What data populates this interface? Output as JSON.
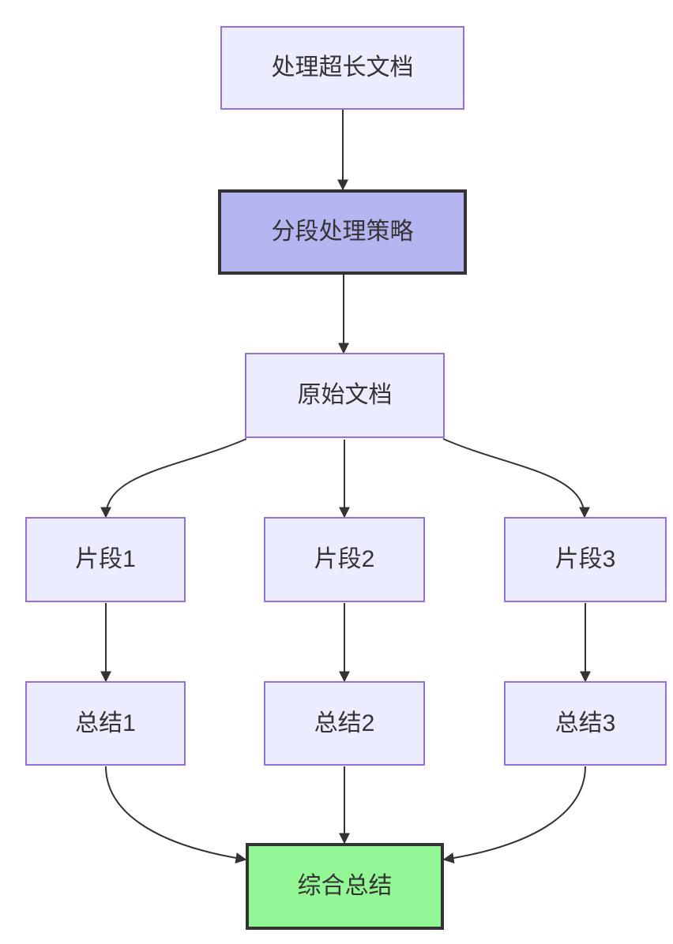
{
  "diagram": {
    "type": "flowchart",
    "direction": "top-down",
    "nodes": [
      {
        "id": "A",
        "label": "处理超长文档",
        "style": "default"
      },
      {
        "id": "B",
        "label": "分段处理策略",
        "style": "highlight"
      },
      {
        "id": "C",
        "label": "原始文档",
        "style": "default"
      },
      {
        "id": "D1",
        "label": "片段1",
        "style": "default"
      },
      {
        "id": "D2",
        "label": "片段2",
        "style": "default"
      },
      {
        "id": "D3",
        "label": "片段3",
        "style": "default"
      },
      {
        "id": "E1",
        "label": "总结1",
        "style": "default"
      },
      {
        "id": "E2",
        "label": "总结2",
        "style": "default"
      },
      {
        "id": "E3",
        "label": "总结3",
        "style": "default"
      },
      {
        "id": "F",
        "label": "综合总结",
        "style": "success"
      }
    ],
    "edges": [
      {
        "from": "处理超长文档",
        "to": "分段处理策略"
      },
      {
        "from": "分段处理策略",
        "to": "原始文档"
      },
      {
        "from": "原始文档",
        "to": "片段1"
      },
      {
        "from": "原始文档",
        "to": "片段2"
      },
      {
        "from": "原始文档",
        "to": "片段3"
      },
      {
        "from": "片段1",
        "to": "总结1"
      },
      {
        "from": "片段2",
        "to": "总结2"
      },
      {
        "from": "片段3",
        "to": "总结3"
      },
      {
        "from": "总结1",
        "to": "综合总结"
      },
      {
        "from": "总结2",
        "to": "综合总结"
      },
      {
        "from": "总结3",
        "to": "综合总结"
      }
    ],
    "colors": {
      "background": "#ffffff",
      "node_fill": "#ECECFF",
      "node_border": "#9370DB",
      "highlight_fill": "#B5B5F2",
      "highlight_border": "#333333",
      "success_fill": "#94F795",
      "success_border": "#333333",
      "edge": "#333333",
      "text": "#333333"
    }
  }
}
